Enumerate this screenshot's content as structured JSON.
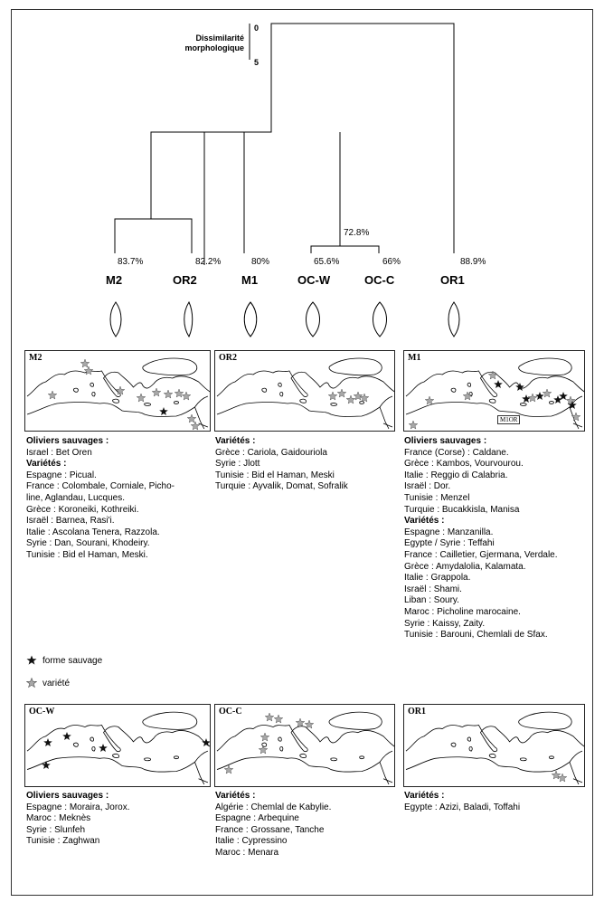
{
  "scale": {
    "title_line1": "Dissimilarité",
    "title_line2": "morphologique",
    "top": "0",
    "bottom": "5"
  },
  "dendrogram": {
    "leaves": [
      "M2",
      "OR2",
      "M1",
      "OC-W",
      "OC-C",
      "OR1"
    ],
    "percent": {
      "m2": "83.7%",
      "or2": "82.2%",
      "m1": "80%",
      "ocw": "65.6%",
      "occ": "66%",
      "or1": "88.9%",
      "oc_node": "72.8%"
    }
  },
  "legend": {
    "wild": "forme sauvage",
    "variety": "variété"
  },
  "panels": [
    {
      "code": "M2",
      "sections": [
        {
          "heading": "Oliviers sauvages :",
          "lines": [
            "Israel : Bet Oren"
          ]
        },
        {
          "heading": "Variétés :",
          "lines": [
            "Espagne : Picual.",
            "France : Colombale, Corniale, Picho-",
            "line, Aglandau, Lucques.",
            "Grèce : Koroneiki, Kothreiki.",
            "Israël : Barnea, Rasi'i.",
            "Italie : Ascolana Tenera, Razzola.",
            "Syrie : Dan, Sourani, Khodeiry.",
            "Tunisie : Bid el Haman, Meski."
          ]
        }
      ]
    },
    {
      "code": "OR2",
      "sections": [
        {
          "heading": "Variétés :",
          "lines": [
            "Grèce : Cariola, Gaidouriola",
            "Syrie : Jlott",
            "Tunisie : Bid el Haman, Meski",
            "Turquie : Ayvalik, Domat, Sofralik"
          ]
        }
      ]
    },
    {
      "code": "M1",
      "inset": "M1OR",
      "sections": [
        {
          "heading": "Oliviers sauvages :",
          "lines": [
            "France (Corse) : Caldane.",
            "Grèce : Kambos, Vourvourou.",
            "Italie : Reggio di Calabria.",
            "Israël : Dor.",
            "Tunisie : Menzel",
            "Turquie : Bucakkisla, Manisa"
          ]
        },
        {
          "heading": "Variétés :",
          "lines": [
            "Espagne : Manzanilla.",
            "Egypte / Syrie : Teffahi",
            "France : Cailletier, Gjermana, Verdale.",
            "Grèce : Amydalolia, Kalamata.",
            "Italie : Grappola.",
            "Israël : Shami.",
            "Liban : Soury.",
            "Maroc : Picholine marocaine.",
            "Syrie : Kaissy, Zaity.",
            "Tunisie : Barouni, Chemlali de Sfax."
          ]
        }
      ]
    },
    {
      "code": "OC-W",
      "sections": [
        {
          "heading": "Oliviers sauvages :",
          "lines": [
            "Espagne : Moraira, Jorox.",
            "Maroc : Meknès",
            "Syrie : Slunfeh",
            "Tunisie : Zaghwan"
          ]
        }
      ]
    },
    {
      "code": "OC-C",
      "sections": [
        {
          "heading": "Variétés :",
          "lines": [
            "Algérie : Chemlal de Kabylie.",
            "Espagne : Arbequine",
            "France : Grossane, Tanche",
            "Italie : Cypressino",
            "Maroc : Menara"
          ]
        }
      ]
    },
    {
      "code": "OR1",
      "sections": [
        {
          "heading": "Variétés :",
          "lines": [
            "Egypte : Azizi, Baladi, Toffahi"
          ]
        }
      ]
    }
  ],
  "colors": {
    "wild": "#111111",
    "variety": "#a8a8a8",
    "line": "#000000"
  },
  "icons": {
    "wild": "star-filled-icon",
    "variety": "star-grey-icon",
    "leaf": "olive-leaf-icon"
  }
}
